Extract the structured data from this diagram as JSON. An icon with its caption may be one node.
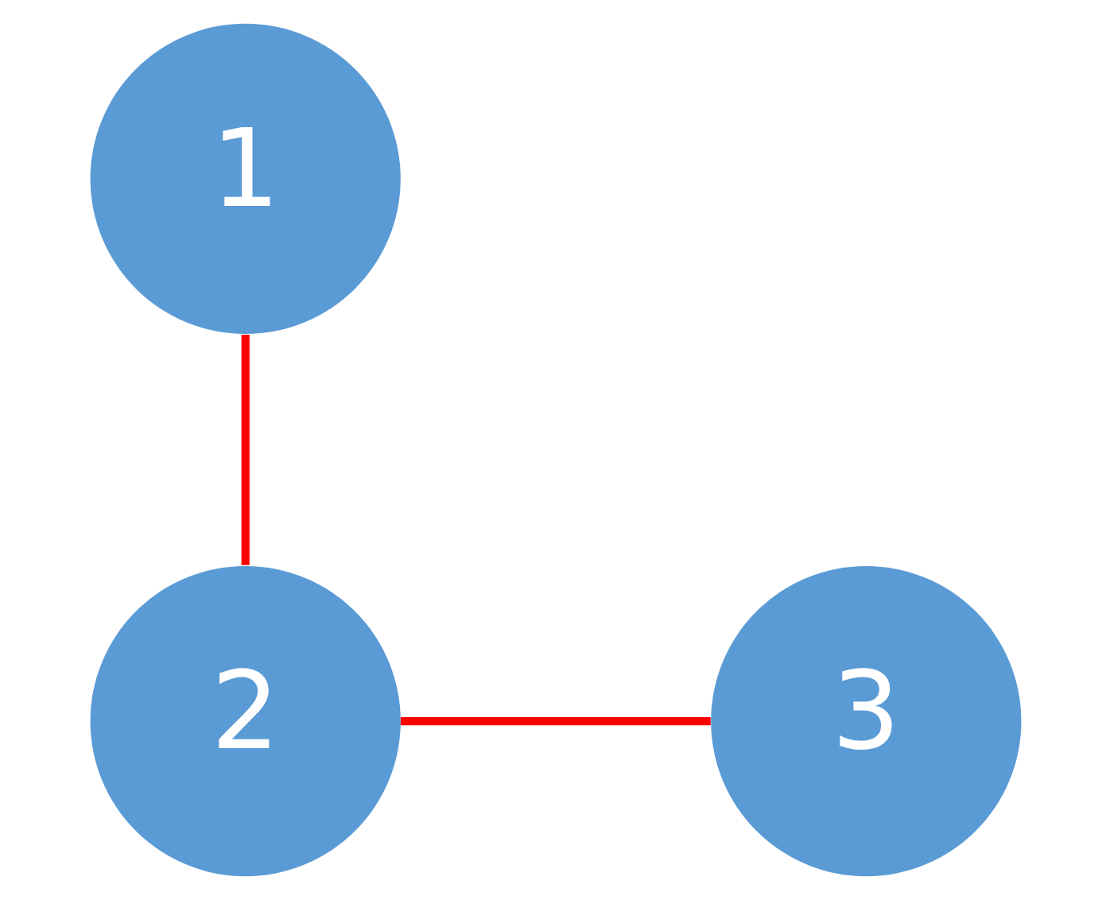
{
  "diagram": {
    "nodes": [
      {
        "text": [
          "1"
        ]
      },
      {
        "text": [
          "2"
        ]
      },
      {
        "text": [
          "3"
        ]
      }
    ],
    "edges": [
      {
        "from": 0,
        "to": 1,
        "arrow": "none",
        "color": "#ff0000"
      },
      {
        "from": 1,
        "to": 2,
        "arrow": "none",
        "color": "#ff0000"
      }
    ]
  }
}
